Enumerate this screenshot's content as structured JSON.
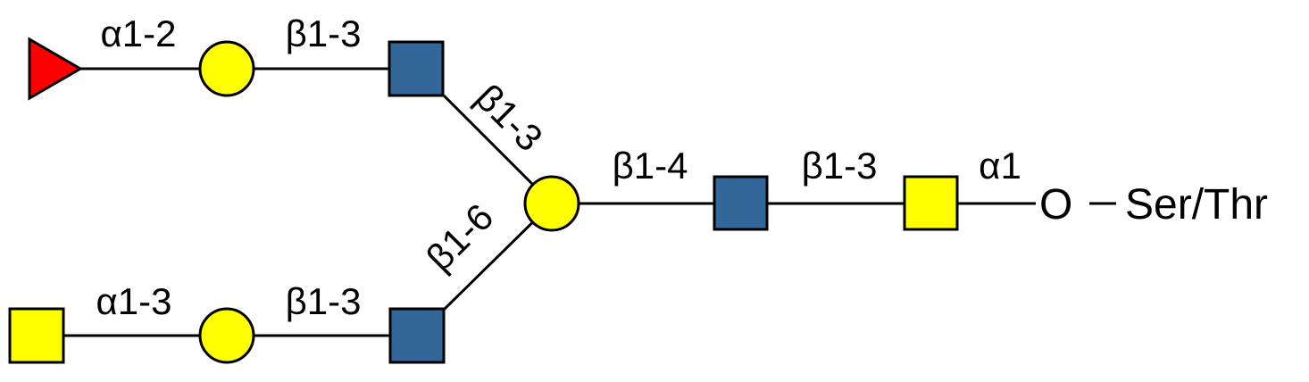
{
  "colors": {
    "galnac": "#FFFF00",
    "galactose": "#FFFF00",
    "glcnac": "#336699",
    "fucose": "#FF0000"
  },
  "residues": [
    {
      "name": "fucose",
      "shape": "triangle"
    },
    {
      "name": "galactose",
      "shape": "circle"
    },
    {
      "name": "glcnac",
      "shape": "square"
    },
    {
      "name": "galactose",
      "shape": "circle"
    },
    {
      "name": "glcnac",
      "shape": "square"
    },
    {
      "name": "galnac",
      "shape": "square"
    },
    {
      "name": "galnac",
      "shape": "square"
    },
    {
      "name": "galactose",
      "shape": "circle"
    },
    {
      "name": "glcnac",
      "shape": "square"
    }
  ],
  "linkages": {
    "fuc_gal": "α1-2",
    "gal_glcnac_top": "β1-3",
    "glcnac_gal_top_branch": "β1-3",
    "glcnac_gal_bottom_branch": "β1-6",
    "gal_glcnac_main": "β1-4",
    "glcnac_galnac": "β1-3",
    "galnac_o": "α1",
    "galnac_gal_bottom": "α1-3",
    "gal_glcnac_bottom": "β1-3"
  },
  "anchor": {
    "oxygen": "O",
    "dash": "–",
    "aminoacid": "Ser/Thr"
  }
}
